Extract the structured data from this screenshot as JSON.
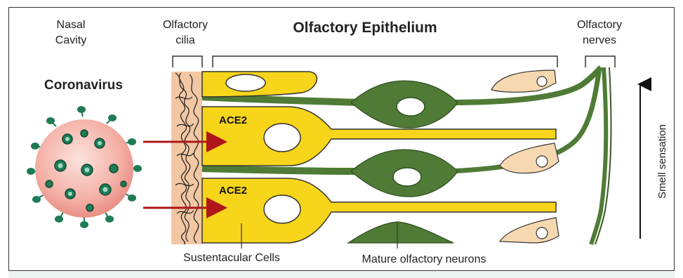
{
  "labels": {
    "nasal_cavity_line1": "Nasal",
    "nasal_cavity_line2": "Cavity",
    "olfactory_cilia_line1": "Olfactory",
    "olfactory_cilia_line2": "cilia",
    "title": "Olfactory Epithelium",
    "olfactory_nerves_line1": "Olfactory",
    "olfactory_nerves_line2": "nerves",
    "coronavirus": "Coronavirus",
    "ace2_top": "ACE2",
    "ace2_bottom": "ACE2",
    "smell_sensation": "Smell sensation",
    "sustentacular_cells": "Sustentacular Cells",
    "mature_neurons": "Mature olfactory neurons"
  },
  "colors": {
    "sustentacular": "#f7d51a",
    "neuron": "#4f7b36",
    "virus_body": "#f4b7b0",
    "spike": "#1e7c55",
    "arrow": "#b0151b",
    "basal_cell": "#f6d8b0",
    "mucus": "#f2c7a3"
  }
}
